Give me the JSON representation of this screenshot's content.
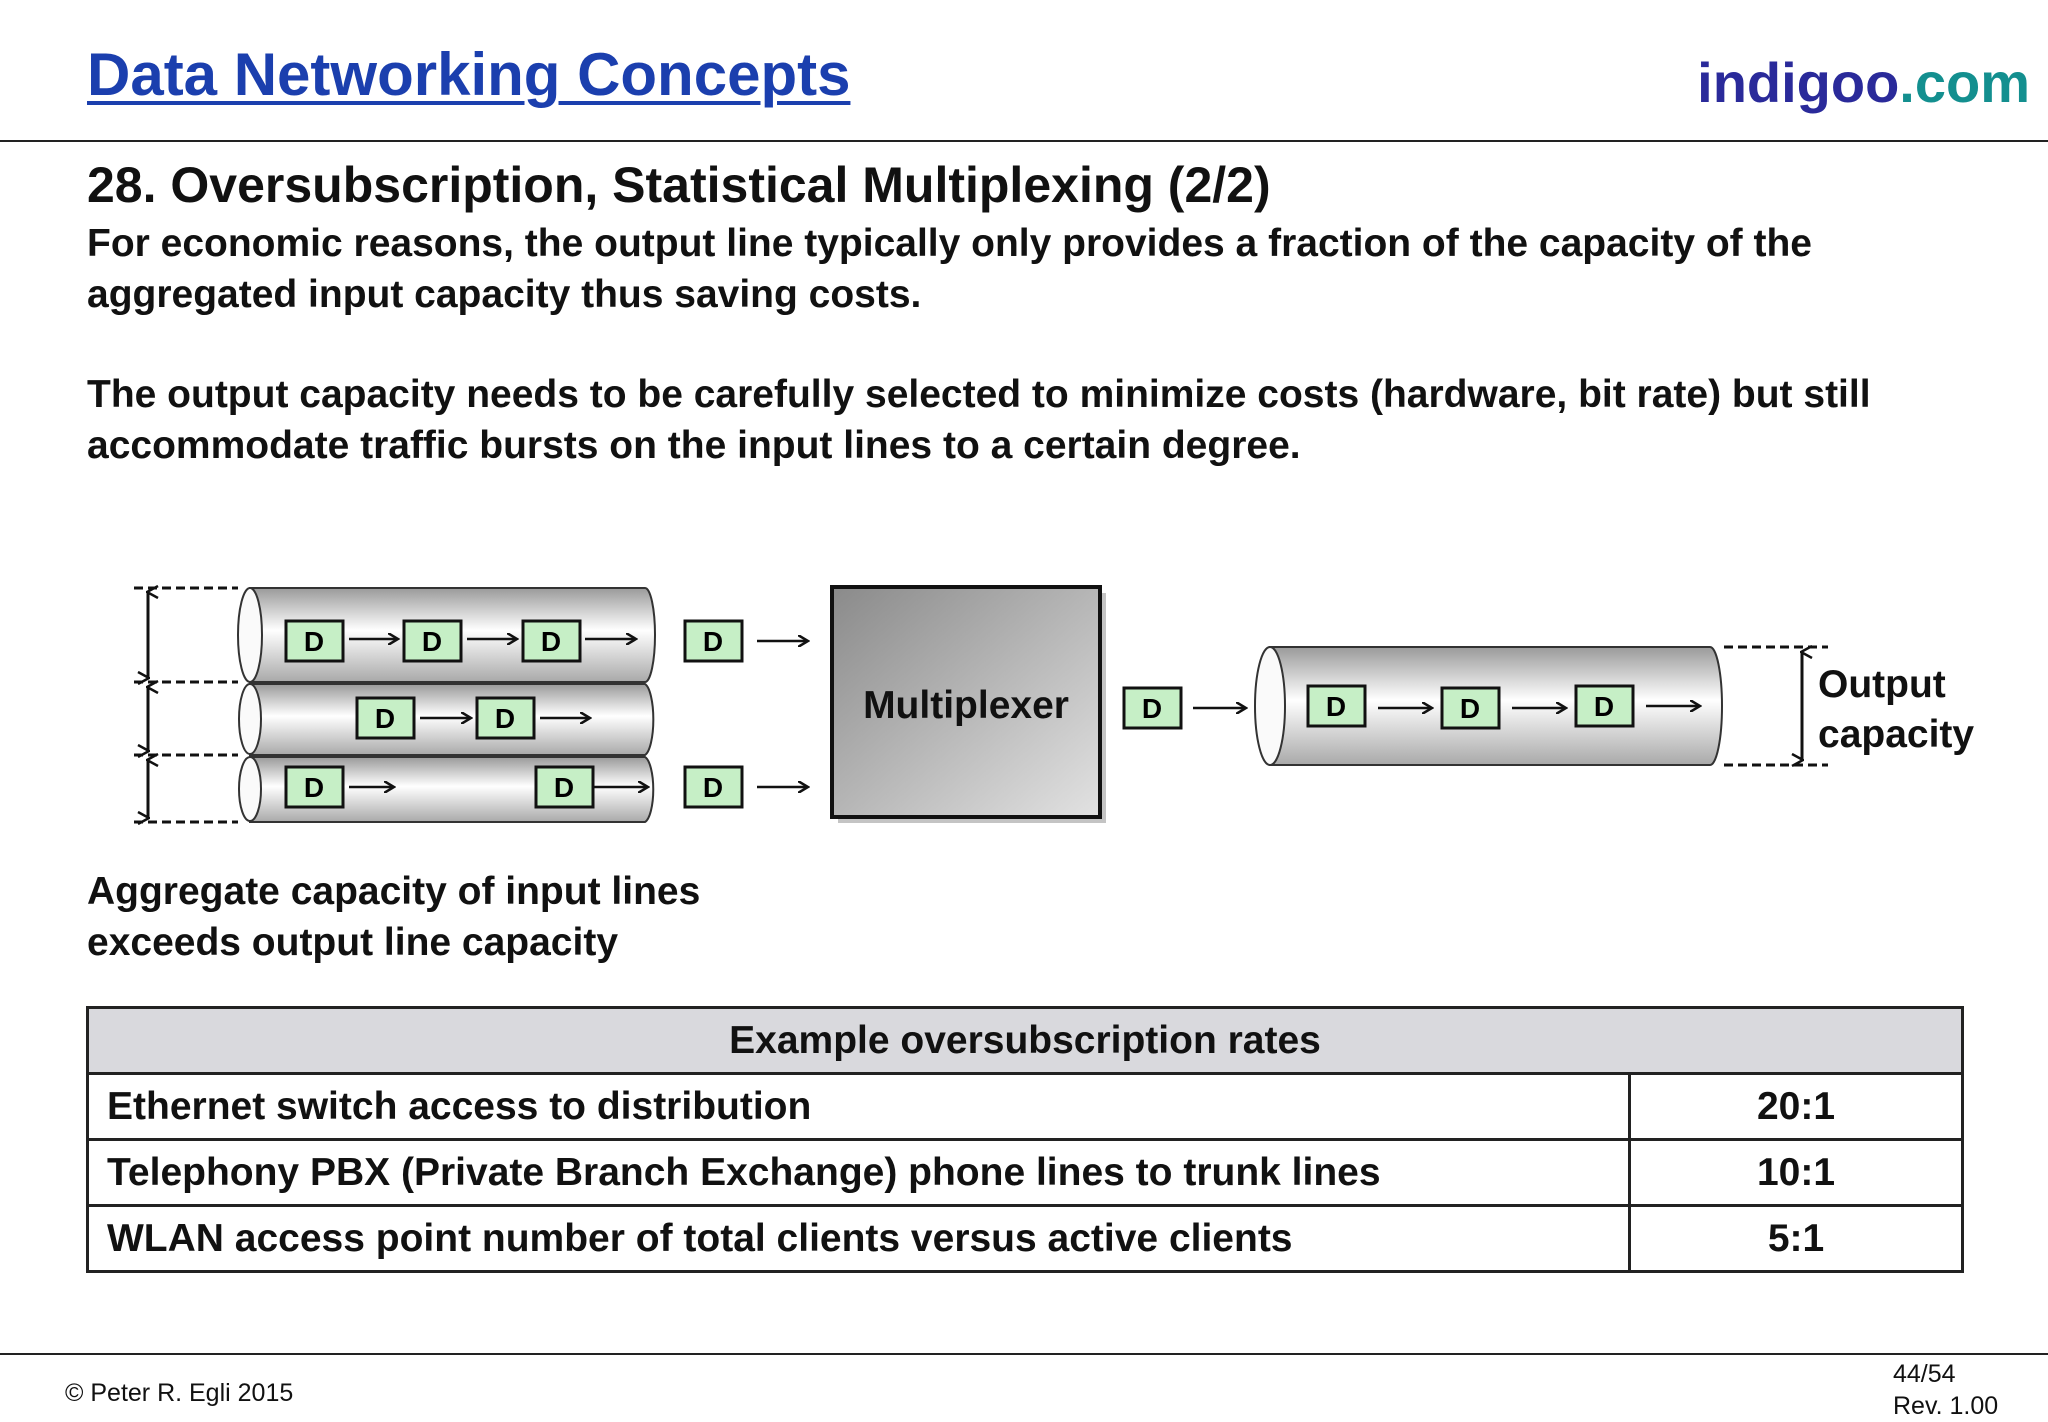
{
  "header": {
    "title": "Data Networking Concepts",
    "brand_main": "indigoo",
    "brand_tld": ".com"
  },
  "slide": {
    "title": "28. Oversubscription, Statistical Multiplexing (2/2)",
    "paragraph1": [
      "For economic reasons, the output line typically only provides a fraction of the capacity of the",
      "aggregated input capacity thus saving costs."
    ],
    "paragraph2": [
      "The output capacity needs to be carefully selected to minimize costs (hardware, bit rate) but still",
      "accommodate traffic bursts on the input lines to a certain degree."
    ]
  },
  "diagram": {
    "packet_label": "D",
    "multiplexer_label": "Multiplexer",
    "output_label_line1": "Output",
    "output_label_line2": "capacity",
    "caption": [
      "Aggregate capacity of input lines",
      "exceeds output line capacity"
    ]
  },
  "table": {
    "header": "Example oversubscription rates",
    "rows": [
      {
        "label": "Ethernet switch access to distribution",
        "value": "20:1"
      },
      {
        "label": "Telephony PBX (Private Branch Exchange) phone lines to trunk lines",
        "value": "10:1"
      },
      {
        "label": "WLAN access point number of total clients versus active clients",
        "value": "5:1"
      }
    ]
  },
  "footer": {
    "copyright": "© Peter R. Egli 2015",
    "page": "44/54",
    "revision": "Rev. 1.00"
  },
  "colors": {
    "title_blue": "#1b3fae",
    "brand_navy": "#2a2a9a",
    "brand_teal": "#138f8f",
    "packet_green": "#c6efc6",
    "table_header_gray": "#d9d9dd"
  }
}
